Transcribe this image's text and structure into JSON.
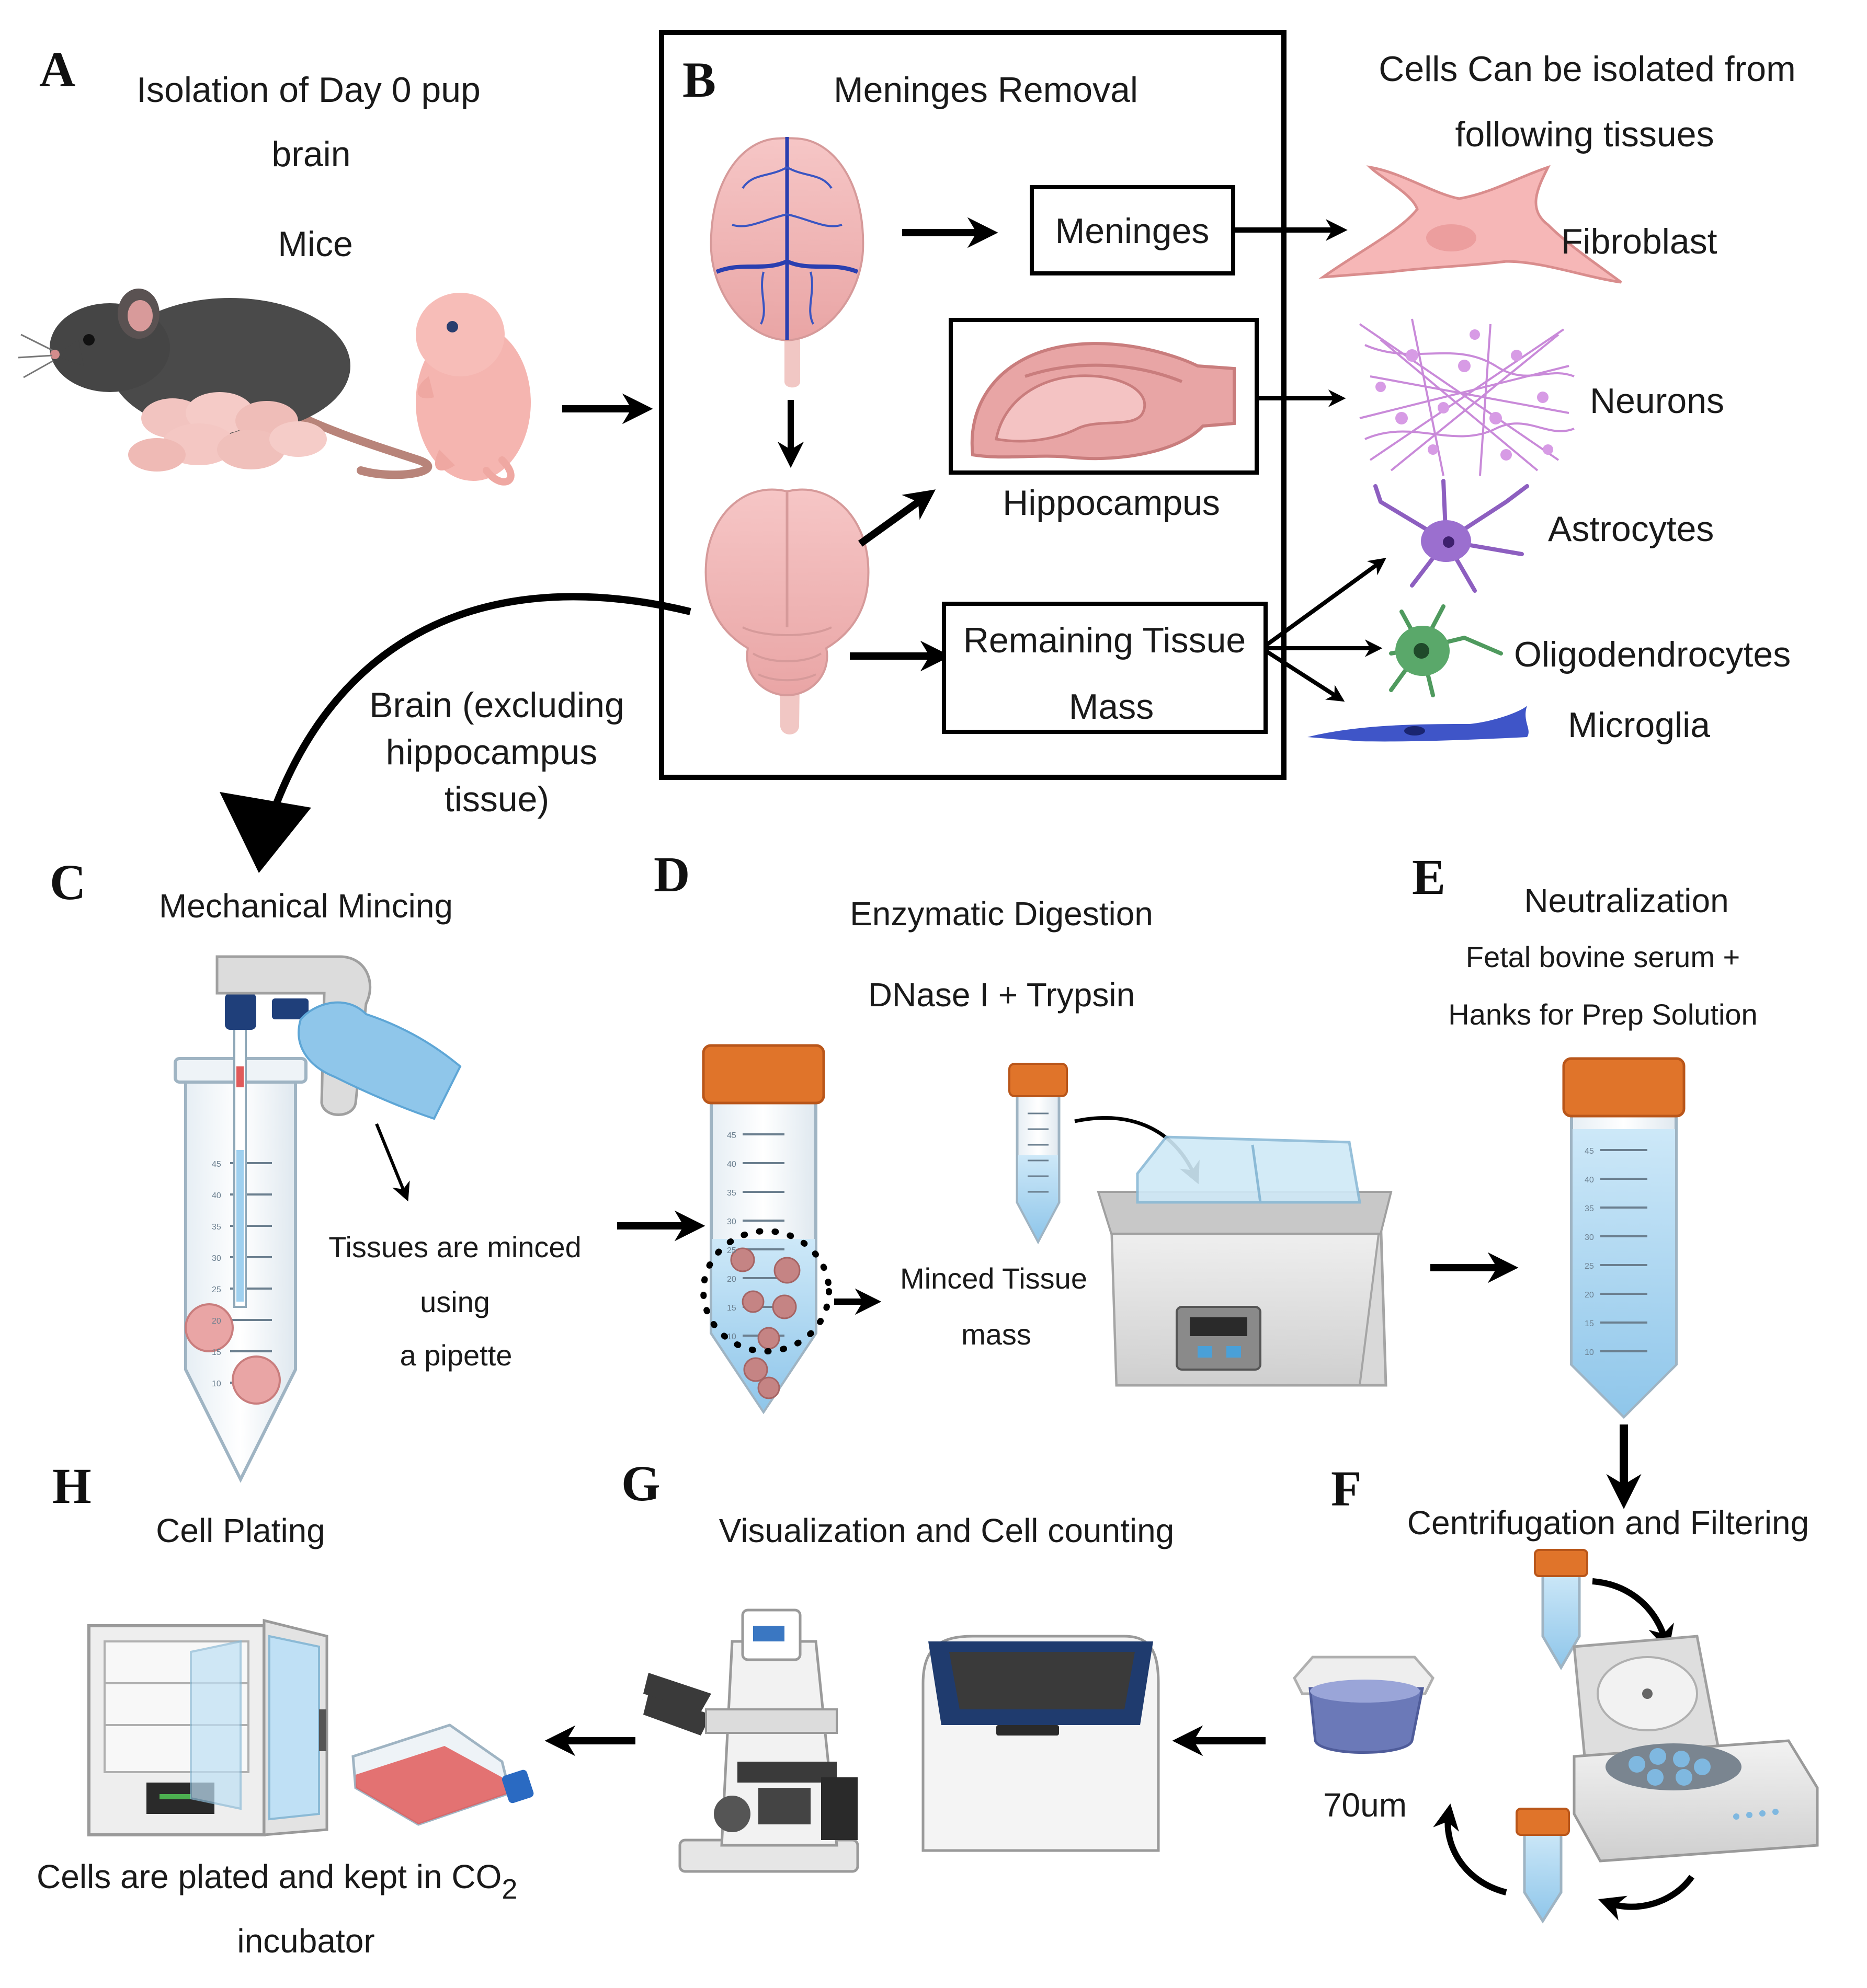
{
  "panels": {
    "A": {
      "letter": "A",
      "title_line1": "Isolation of Day 0 pup",
      "title_line2": "brain",
      "species": "Mice"
    },
    "B": {
      "letter": "B",
      "title": "Meninges Removal",
      "box_meninges": "Meninges",
      "hippocampus": "Hippocampus",
      "remaining_line1": "Remaining Tissue",
      "remaining_line2": "Mass"
    },
    "cells": {
      "title_line1": "Cells Can be isolated from",
      "title_line2": "following tissues",
      "fibroblast": "Fibroblast",
      "neurons": "Neurons",
      "astrocytes": "Astrocytes",
      "oligodendrocytes": "Oligodendrocytes",
      "microglia": "Microglia"
    },
    "brain_note": {
      "line1": "Brain (excluding",
      "line2": "hippocampus",
      "line3": "tissue)"
    },
    "C": {
      "letter": "C",
      "title": "Mechanical Mincing",
      "note_line1": "Tissues are minced",
      "note_line2": "using",
      "note_line3": "a pipette"
    },
    "D": {
      "letter": "D",
      "title": "Enzymatic Digestion",
      "reagents": "DNase I + Trypsin",
      "note_line1": "Minced Tissue",
      "note_line2": "mass"
    },
    "E": {
      "letter": "E",
      "title": "Neutralization",
      "line1": "Fetal bovine serum +",
      "line2": "Hanks for Prep Solution"
    },
    "F": {
      "letter": "F",
      "title": "Centrifugation and Filtering",
      "filter_label": "70um"
    },
    "G": {
      "letter": "G",
      "title": "Visualization and Cell counting"
    },
    "H": {
      "letter": "H",
      "title": "Cell Plating",
      "caption_line1_main": "Cells are plated and kept in CO",
      "caption_line1_sub": "2",
      "caption_line2": "incubator"
    }
  },
  "tube_graduations": [
    "45",
    "40",
    "35",
    "30",
    "25",
    "20",
    "15",
    "10"
  ],
  "colors": {
    "cap_orange": "#e0742a",
    "tube_blue": "#bfe0f5",
    "brain_pink": "#f1b8b8",
    "fibroblast": "#f6b7b7",
    "neuron": "#c98ad9",
    "astrocyte": "#8d5fc0",
    "oligodendrocyte": "#4f9a5e",
    "microglia": "#3f55c8",
    "flask_media": "#e05a5a",
    "arrow": "#000000"
  }
}
